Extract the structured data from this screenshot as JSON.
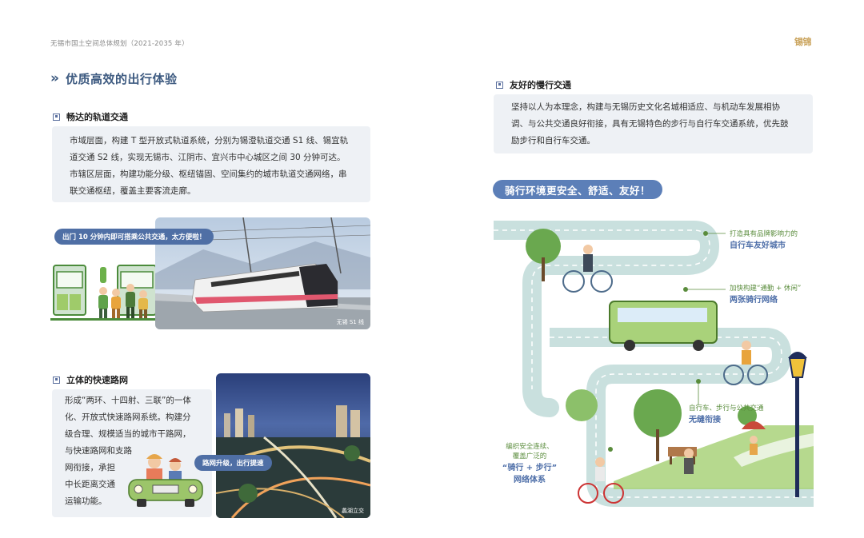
{
  "running_head": "无锡市国土空间总体规划（2021-2035 年）",
  "logo_text": "锡锦",
  "main_title": "优质高效的出行体验",
  "sections": {
    "rail": {
      "heading": "畅达的轨道交通",
      "paragraph": "市域层面，构建 T 型开放式轨道系统，分别为锡澄轨道交通 S1 线、锡宜轨道交通 S2 线，实现无锡市、江阴市、宜兴市中心城区之间 30 分钟可达。市辖区层面，构建功能分级、枢纽锚固、空间集约的城市轨道交通网络，串联交通枢纽，覆盖主要客流走廊。",
      "speech_bubble": "出门 10 分钟内即可搭乘公共交通，太方便啦！",
      "photo_caption": "无锡 S1 线"
    },
    "expressway": {
      "heading": "立体的快速路网",
      "paragraph_lines": [
        "形成“两环、十四射、三联”的一体",
        "化、开放式快速路网系统。构建分",
        "级合理、规模适当的城市干路网，",
        "与快速路网和支路",
        "网衔接，承担",
        "中长距离交通",
        "运输功能。"
      ],
      "speech_bubble": "路网升级，出行提速",
      "photo_caption": "蠡湖立交"
    },
    "slow": {
      "heading": "友好的慢行交通",
      "paragraph": "坚持以人为本理念，构建与无锡历史文化名城相适应、与机动车发展相协调、与公共交通良好衔接，具有无锡特色的步行与自行车交通系统，优先鼓励步行和自行车交通。"
    }
  },
  "banner": "骑行环境更安全、舒适、友好！",
  "annotations": [
    {
      "line1": "打造具有品牌影响力的",
      "line2": "自行车友好城市"
    },
    {
      "line1": "加快构建“通勤 + 休闲”",
      "line2": "两张骑行网络"
    },
    {
      "line1": "自行车、步行与公共交通",
      "line2": "无缝衔接"
    },
    {
      "line1": "编织安全连续、",
      "line1b": "覆盖广泛的",
      "line2": "“骑行 + 步行”",
      "line2b": "网络体系"
    }
  ],
  "colors": {
    "title_blue": "#3d5a80",
    "pill_blue": "#4f6fa5",
    "box_gray": "#eef1f5",
    "path_teal": "#c9e0de",
    "green": "#5a8c3c"
  }
}
